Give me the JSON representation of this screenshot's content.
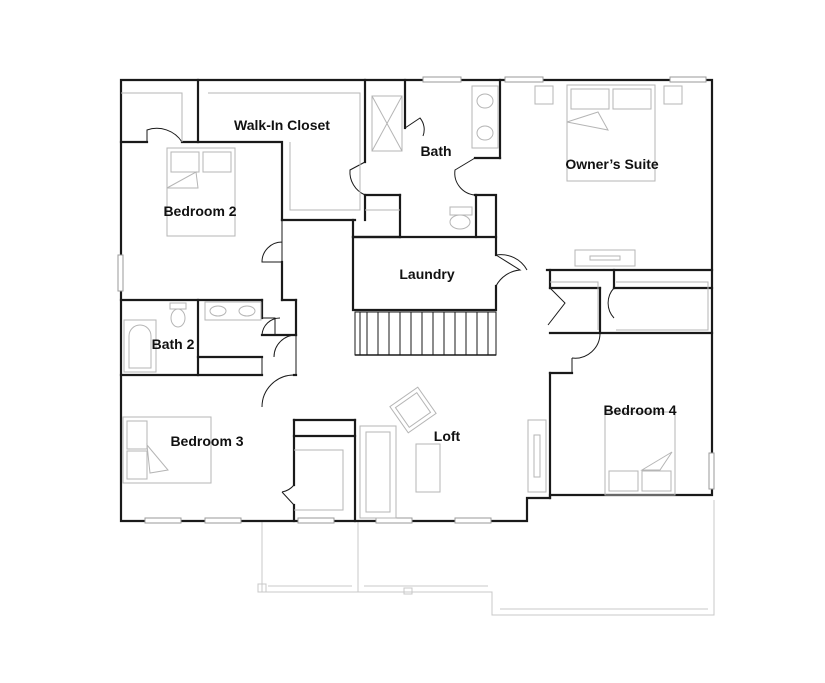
{
  "floor_plan": {
    "rooms": [
      {
        "id": "walk-in-closet",
        "label": "Walk-In Closet"
      },
      {
        "id": "bath",
        "label": "Bath"
      },
      {
        "id": "owners-suite",
        "label": "Owner’s Suite"
      },
      {
        "id": "bedroom-2",
        "label": "Bedroom 2"
      },
      {
        "id": "laundry",
        "label": "Laundry"
      },
      {
        "id": "bath-2",
        "label": "Bath 2"
      },
      {
        "id": "bedroom-4",
        "label": "Bedroom 4"
      },
      {
        "id": "loft",
        "label": "Loft"
      },
      {
        "id": "bedroom-3",
        "label": "Bedroom 3"
      }
    ],
    "colors": {
      "wall": "#1a1a1a",
      "fixture": "#b5b5b5",
      "exterior": "#c8c8c8",
      "background": "#ffffff"
    }
  }
}
